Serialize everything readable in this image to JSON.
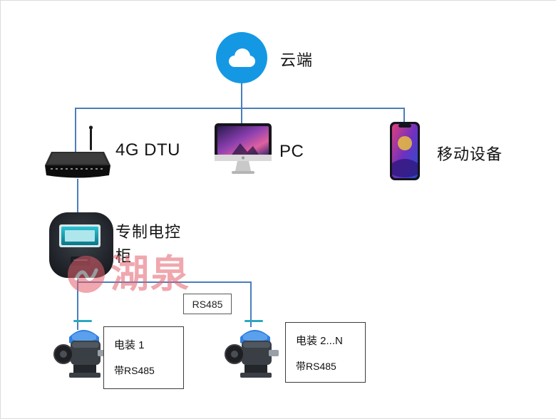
{
  "colors": {
    "line": "#4a7ebd",
    "cloud": "#1598e4",
    "watermark": "#e4606d"
  },
  "watermark": {
    "text": "湖泉"
  },
  "nodes": {
    "cloud": {
      "label": "云端"
    },
    "dtu": {
      "label": "4G DTU"
    },
    "pc": {
      "label": "PC"
    },
    "mobile": {
      "label": "移动设备"
    },
    "cabinet": {
      "label": "专制电控柜"
    },
    "bus": {
      "label": "RS485"
    },
    "actuator1": {
      "line1": "电装 1",
      "line2": "带RS485"
    },
    "actuator2": {
      "line1": "电装 2...N",
      "line2": "带RS485"
    }
  }
}
